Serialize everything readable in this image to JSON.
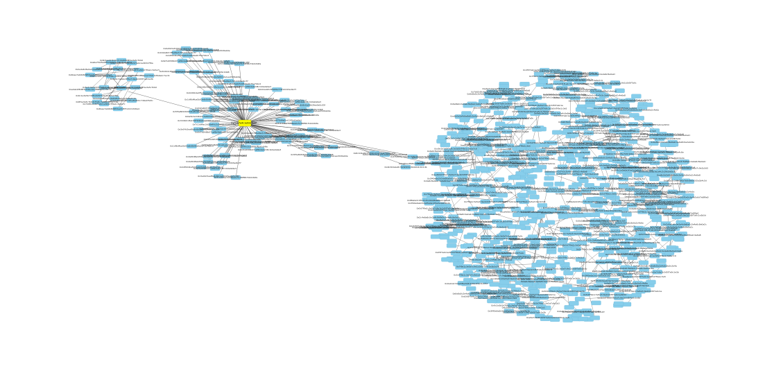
{
  "graph": {
    "type": "network",
    "colors": {
      "node": "#87ceeb",
      "node_edge": "#6fb7d8",
      "hub_node": "#ffff00",
      "edge": "#333333",
      "dense_edge": "#1a1a1a",
      "background": "#ffffff"
    },
    "hub": {
      "label": "Ox5ab7a4c1e63c8a6f..."
    },
    "top_nodes": [
      "0x7c1dd4ac3d38e4Ac5c58f88cf1b0c64fe",
      "0x3dd0dc4fa1f4f79d4e0ce13f2b10a5b3",
      "0x0a5b3e3d44de7e60cbd6c03d2fd3e0a07",
      "0x5f3e8b5d6d0f41e6ca0d9c2fb39c04b8",
      "0x9af0d8a4d58a0e3a8d12e1ee15d6ab0e",
      "0x0d2a4bfc3ffe06e7c5f1dd43edbcf7",
      "0x1df6d4ba5b93e6d5d9fa6a2b75e7bbcd",
      "0x6d7a5fd8b07caf6b4ab2d8c1b0e0a9e3",
      "0x2dd6b4e0f5cd4a3cb33c1ddaa0c4e8e5",
      "0x3e04c5eaf8a6d6d1a98d2fee0e5c05f"
    ],
    "bridge_nodes": [
      "0x1f3d0d5c39ae3cde8e76c57bc6a9e4ac4",
      "0x2a80e1ff9f0c3b8da6e2e7b0a8a6cef6",
      "0x4b30da1a8c30d95fd0c6bb1b4cb11db",
      "0x8c0d1a6b37e5f2cd3d2c48c1a09aef1f",
      "0x61d9b0b2bd0a7b1a92a6a8e9ea6e4da8"
    ],
    "left_cluster_nodes": [
      "0xa6a7f4d5e0ff5e2b8d3e1f9c3ea2ad1a",
      "0x9b3ae01f0d1e7c2a4b6d8f1e3a5c7b9d",
      "0x6c1e3a5b7d9f1b3d5f7a9c1e3b5d7f9a",
      "0x2e4a6c8e0a2c4e6a8c0e2a4c6e8a0c2e",
      "0x0cb3ab8ea3c7df1e8a3b5c7d9e1f3a5c",
      "0x7d9f1b3d5f7a9c1e3b5d7f9a1c3e5a7c",
      "0x4bae7ab0b8d9fb5ae5c8f31d2cb3d0a4",
      "0x8f1e3a5c7b9d1f3a5c7e9b1d3f5a7c9e",
      "0x3a5c7e9b1d3f5a7c9e1b3d5f7a9c1e3b",
      "0xb8a1ffcc35ae1e77b2c0dfa9e2c7ec3c",
      "0xe0ab1f8d8f3a53bc10c7bb0ad1c3f77e",
      "0x5a7c9e1b3d5f7a9c1e3b5d7f9a1c3e5a"
    ],
    "right_cluster_edge_nodes": [
      "0x3f40e6a2d3da95a0a1d5e2e3b0f4b2b",
      "0x7b65d9c9ea0c9a7e1e4c2c3fa1fa5b3",
      "0x88e0a3c0f1a7d3c2b4d6e8f0a2c4e6a8",
      "0x19f4c1e5a0d1f1e2c3a4b5c6d7e8f9a0",
      "0x0a1b2c3d4e5f6a7b8c9d0e1f2a3b4c5d",
      "0xcafe0b1d4e5a7c9e1b3d5f7a9c1e3b5d",
      "0x6e8a0c2e4a6c8e0a2c4e6a8c0e2a4c6e",
      "0xd5f7a9c1e3b5d7f9a1c3e5a7c9e1b3d5",
      "0x2c4e6a8c0e2a4c6e8a0c2e4a6c8e0a2c",
      "0x9c1e3b5d7f9a1c3e5a7c9e1b3d5f7a9c",
      "0x5d7f9a1c3e5a7c9e1b3d5f7a9c1e3b5d",
      "0xa8c0e2a4c6e8a0c2e4a6c8e0a2c4e6a8",
      "0x1e3b5d7f9a1c3e5a7c9e1b3d5f7a9c1e",
      "0x7f9a1c3e5a7c9e1b3d5f7a9c1e3b5d7f",
      "0x3b5d7f9a1c3e5a7c9e1b3d5f7a9c1e3b",
      "0xe5a7c9e1b3d5f7a9c1e3b5d7f9a1c3e5",
      "0x4a6c8e0a2c4e6a8c0e2a4c6e8a0c2e4a",
      "0xb3d5f7a9c1e3b5d7f9a1c3e5a7c9e1b3",
      "0x6a8c0e2a4c6e8a0c2e4a6c8e0a2c4e6a",
      "0xc9e1b3d5f7a9c1e3b5d7f9a1c3e5a7c9"
    ],
    "ring_nodes_left_cluster": 42,
    "nodes_right_cluster": 900
  }
}
